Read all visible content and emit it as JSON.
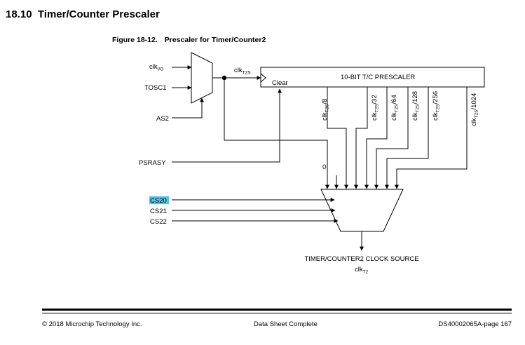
{
  "heading": {
    "number": "18.10",
    "title": "Timer/Counter Prescaler"
  },
  "figure": {
    "label": "Figure 18-12.",
    "title": "Prescaler for Timer/Counter2"
  },
  "diagram": {
    "inputs": {
      "clk_io": {
        "base": "clk",
        "sub": "I/O"
      },
      "tosc1": "TOSC1",
      "as2": "AS2",
      "psrasy": "PSRASY"
    },
    "clk_t2s": {
      "base": "clk",
      "sub": "T2S"
    },
    "prescaler": {
      "title": "10-BIT T/C PRESCALER",
      "clear": "Clear"
    },
    "taps": [
      {
        "base": "clk",
        "sub": "T2S",
        "div": "/8"
      },
      {
        "base": "clk",
        "sub": "T2S",
        "div": "/32"
      },
      {
        "base": "clk",
        "sub": "T2S",
        "div": "/64"
      },
      {
        "base": "clk",
        "sub": "T2S",
        "div": "/128"
      },
      {
        "base": "clk",
        "sub": "T2S",
        "div": "/256"
      },
      {
        "base": "clk",
        "sub": "T2S",
        "div": "/1024"
      }
    ],
    "zero_input": "0",
    "selects": [
      "CS20",
      "CS21",
      "CS22"
    ],
    "highlighted_select": "CS20",
    "highlight_color": "#5bc0de",
    "output": {
      "label": "TIMER/COUNTER2 CLOCK SOURCE",
      "clk": {
        "base": "clk",
        "sub": "T2"
      }
    }
  },
  "footer": {
    "copyright": "© 2018 Microchip Technology Inc.",
    "center": "Data Sheet Complete",
    "doc_id": "DS40002065A-page 167"
  }
}
